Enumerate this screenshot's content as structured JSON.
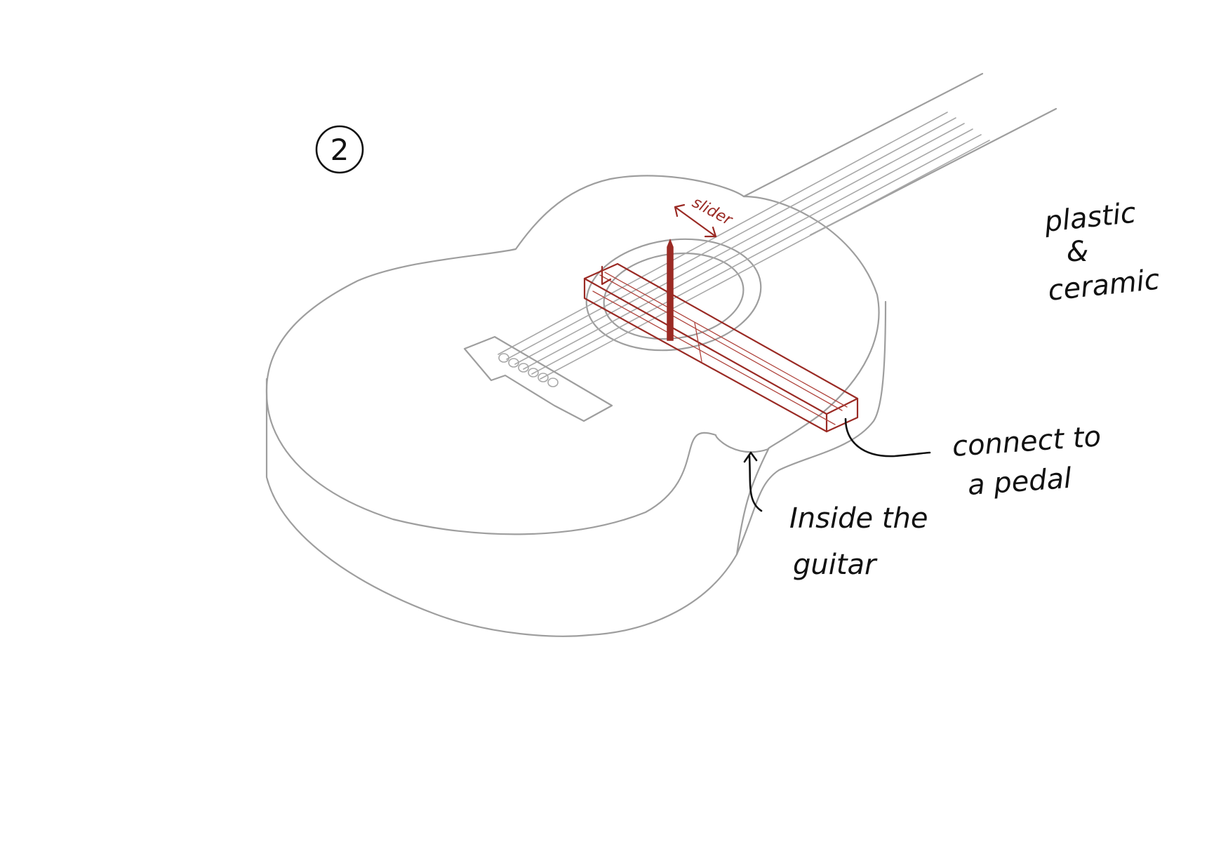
{
  "figure_number": "2",
  "labels": {
    "slider": "slider",
    "material_line1": "plastic",
    "material_line2": "&",
    "material_line3": "ceramic",
    "pedal_line1": "connect to",
    "pedal_line2": "a pedal",
    "inside_line1": "Inside the",
    "inside_line2": "guitar"
  },
  "colors": {
    "outline": "#9e9e9e",
    "mechanism": "#9a2a24",
    "annotation": "#111111"
  }
}
